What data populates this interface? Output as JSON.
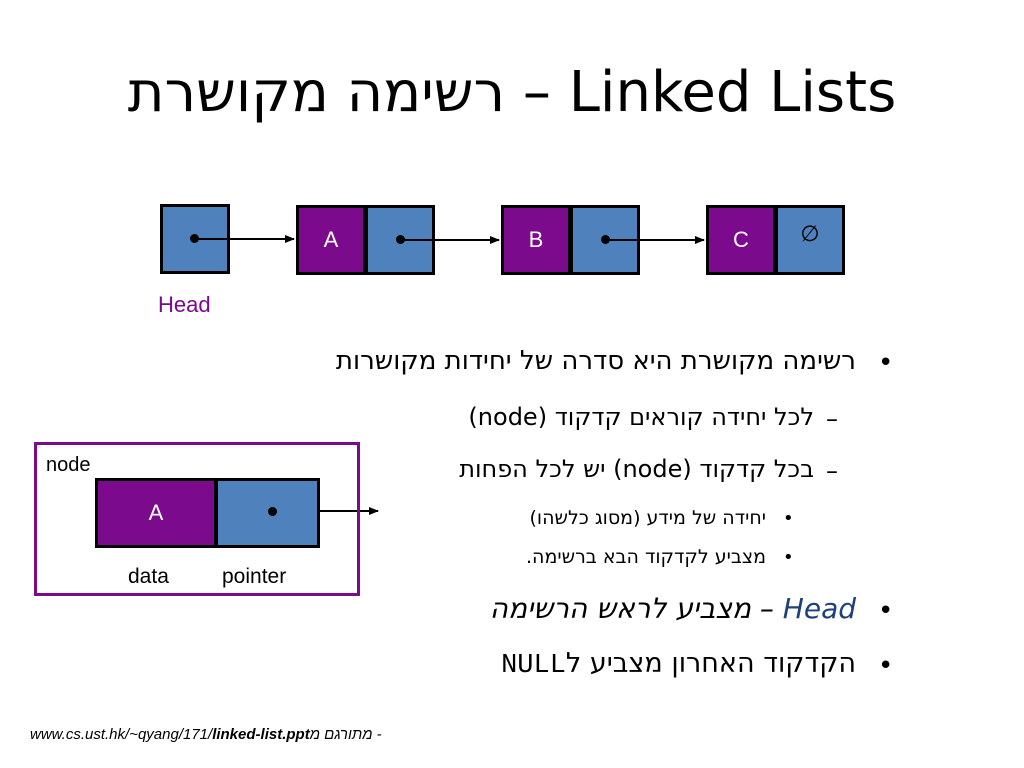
{
  "title": {
    "hebrew": "רשימה מקושרת",
    "dash": " – ",
    "english": "Linked Lists"
  },
  "diagram": {
    "head_label": "Head",
    "nodes": [
      "A",
      "B",
      "C"
    ],
    "null_symbol": "∅"
  },
  "node_detail": {
    "node_label": "node",
    "data_value": "A",
    "data_label": "data",
    "pointer_label": "pointer"
  },
  "bullets": {
    "b1": "רשימה מקושרת היא סדרה של יחידות מקושרות",
    "b1_sub1": "לכל יחידה קוראים קדקוד (node)",
    "b1_sub2": "בכל קדקוד (node) יש לכל הפחות",
    "b1_sub2_sub1": "יחידה של מידע (מסוג כלשהו)",
    "b1_sub2_sub2": "מצביע לקדקוד הבא ברשימה.",
    "b2_head": "Head",
    "b2_rest": "מצביע לראש הרשימה",
    "b2_dash": "–",
    "b3_text": "הקדקוד האחרון מצביע ל",
    "b3_code": "NULL",
    "bullet_char": "•",
    "dash_char": "–"
  },
  "footer": {
    "url_prefix": "www.cs.ust.hk/~qyang/171/",
    "url_bold": "linked-list.ppt",
    "suffix": "- מתורגם מ"
  },
  "colors": {
    "purple": "#7b0a8c",
    "blue": "#4f81bd",
    "head_link": "#1f3f7a"
  }
}
